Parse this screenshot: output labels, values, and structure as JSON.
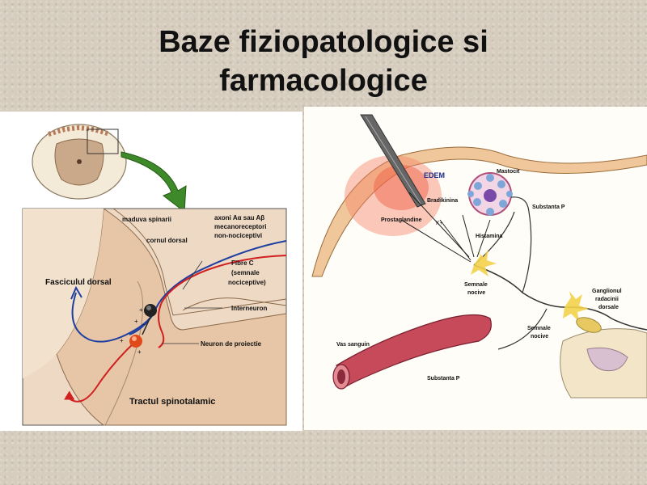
{
  "slide": {
    "title_line1": "Baze fiziopatologice si",
    "title_line2": "farmacologice"
  },
  "left_figure": {
    "label_maduva": "maduva spinarii",
    "label_axoni": "axoni Aα sau Aβ",
    "label_mecano": "mecanoreceptori",
    "label_nonnoci": "non-nociceptivi",
    "label_cornul": "cornul dorsal",
    "label_fibre": "Fibre C",
    "label_semnale": "(semnale",
    "label_nociceptive": "nociceptive)",
    "label_fasciculul": "Fasciculul dorsal",
    "label_interneuron": "Interneuron",
    "label_neuron": "Neuron de proiectie",
    "label_tractul": "Tractul spinotalamic",
    "sign_plus": "+",
    "sign_minus": "−"
  },
  "right_figure": {
    "label_edem": "EDEM",
    "label_mastocit": "Mastocit",
    "label_bradikinina": "Bradikinina",
    "label_substanta_p_top": "Substanta P",
    "label_prostaglandine": "Prostaglandine",
    "label_k": "K+",
    "label_histamina": "Histamina",
    "label_semnale_1a": "Semnale",
    "label_semnale_1b": "nocive",
    "label_ganglionul_a": "Ganglionul",
    "label_ganglionul_b": "radacinii",
    "label_ganglionul_c": "dorsale",
    "label_semnale_2a": "Semnale",
    "label_semnale_2b": "nocive",
    "label_vas": "Vas sanguin",
    "label_substanta_p_bottom": "Substanta P"
  }
}
